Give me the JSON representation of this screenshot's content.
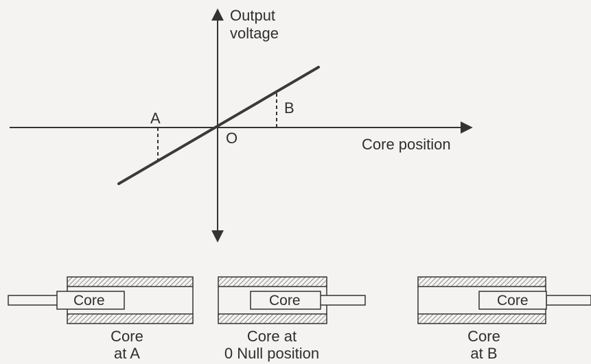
{
  "graph": {
    "y_axis_label": [
      "Output",
      "voltage"
    ],
    "x_axis_label": "Core position",
    "origin_label": "O",
    "point_a_label": "A",
    "point_b_label": "B"
  },
  "cores": [
    {
      "box_label": "Core",
      "caption": [
        "Core",
        "at A"
      ]
    },
    {
      "box_label": "Core",
      "caption": [
        "Core at",
        "0 Null position"
      ]
    },
    {
      "box_label": "Core",
      "caption": [
        "Core",
        "at B"
      ]
    }
  ]
}
